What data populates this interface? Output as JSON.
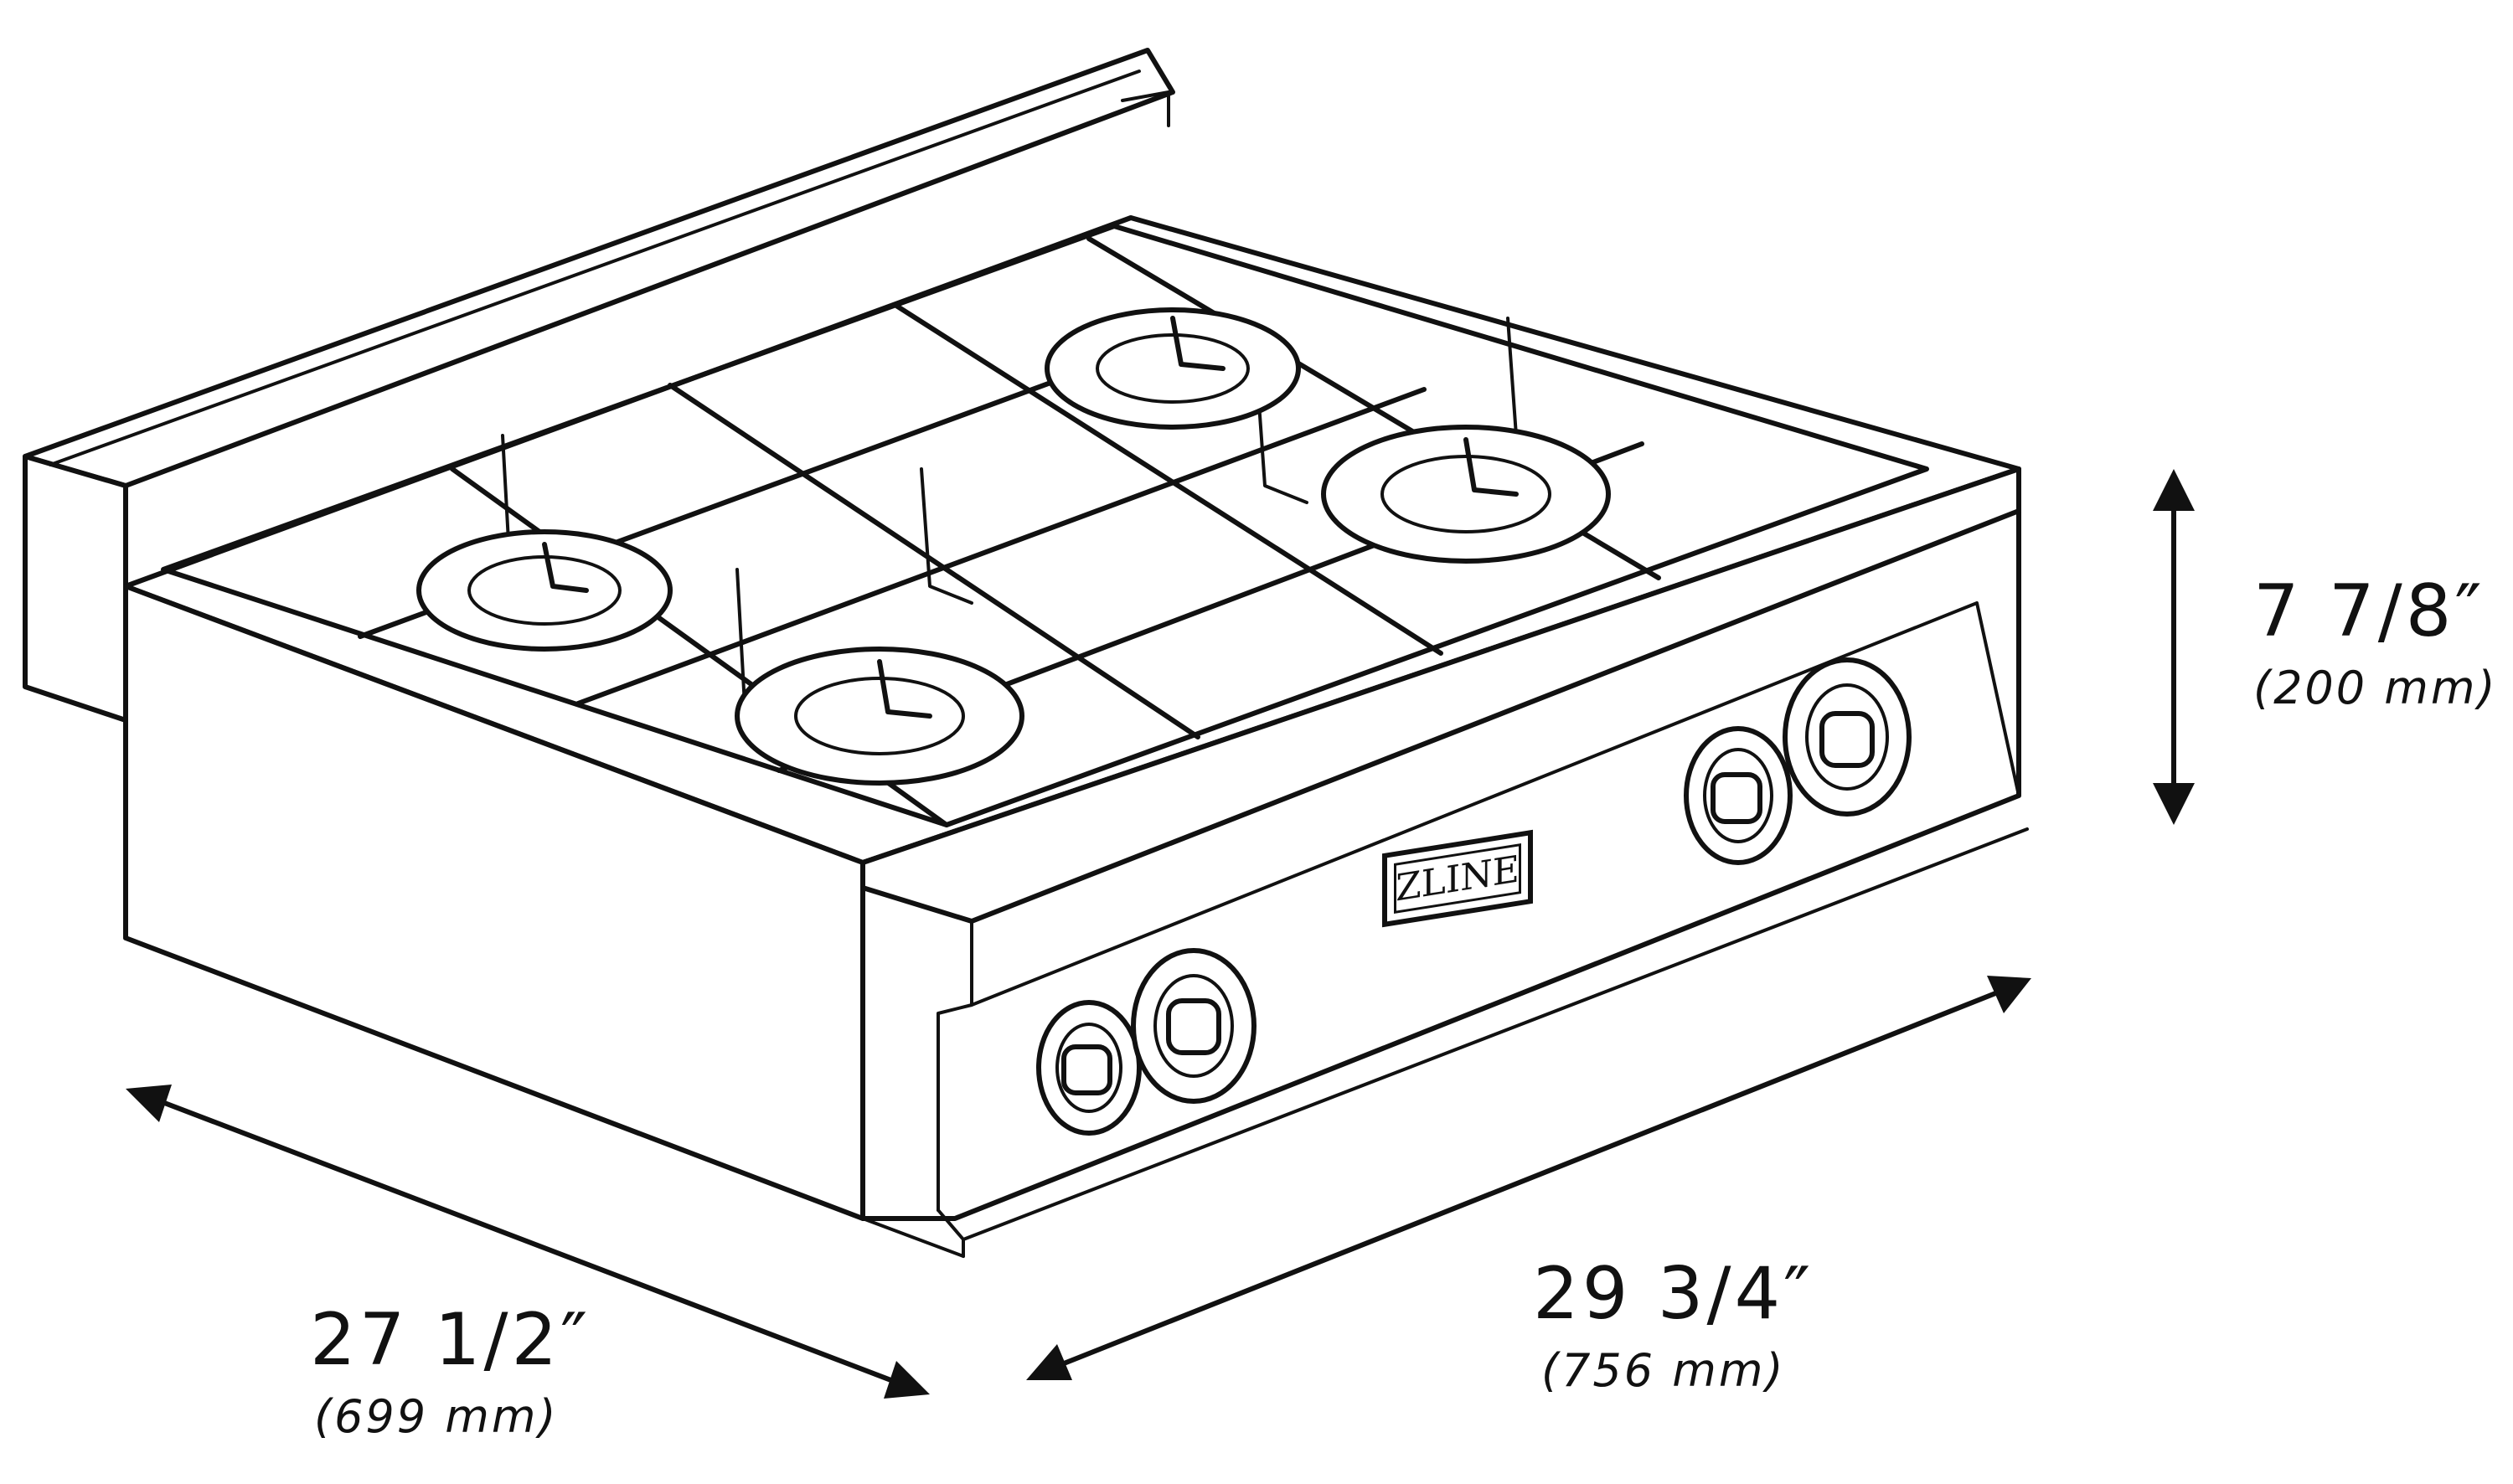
{
  "brand": "ZLINE",
  "dimensions": {
    "height": {
      "main": "7 7/8″",
      "metric": "(200 mm)"
    },
    "width": {
      "main": "29 3/4″",
      "metric": "(756 mm)"
    },
    "depth": {
      "main": "27 1/2″",
      "metric": "(699 mm)"
    }
  },
  "colors": {
    "line": "#111111",
    "background": "#ffffff"
  }
}
